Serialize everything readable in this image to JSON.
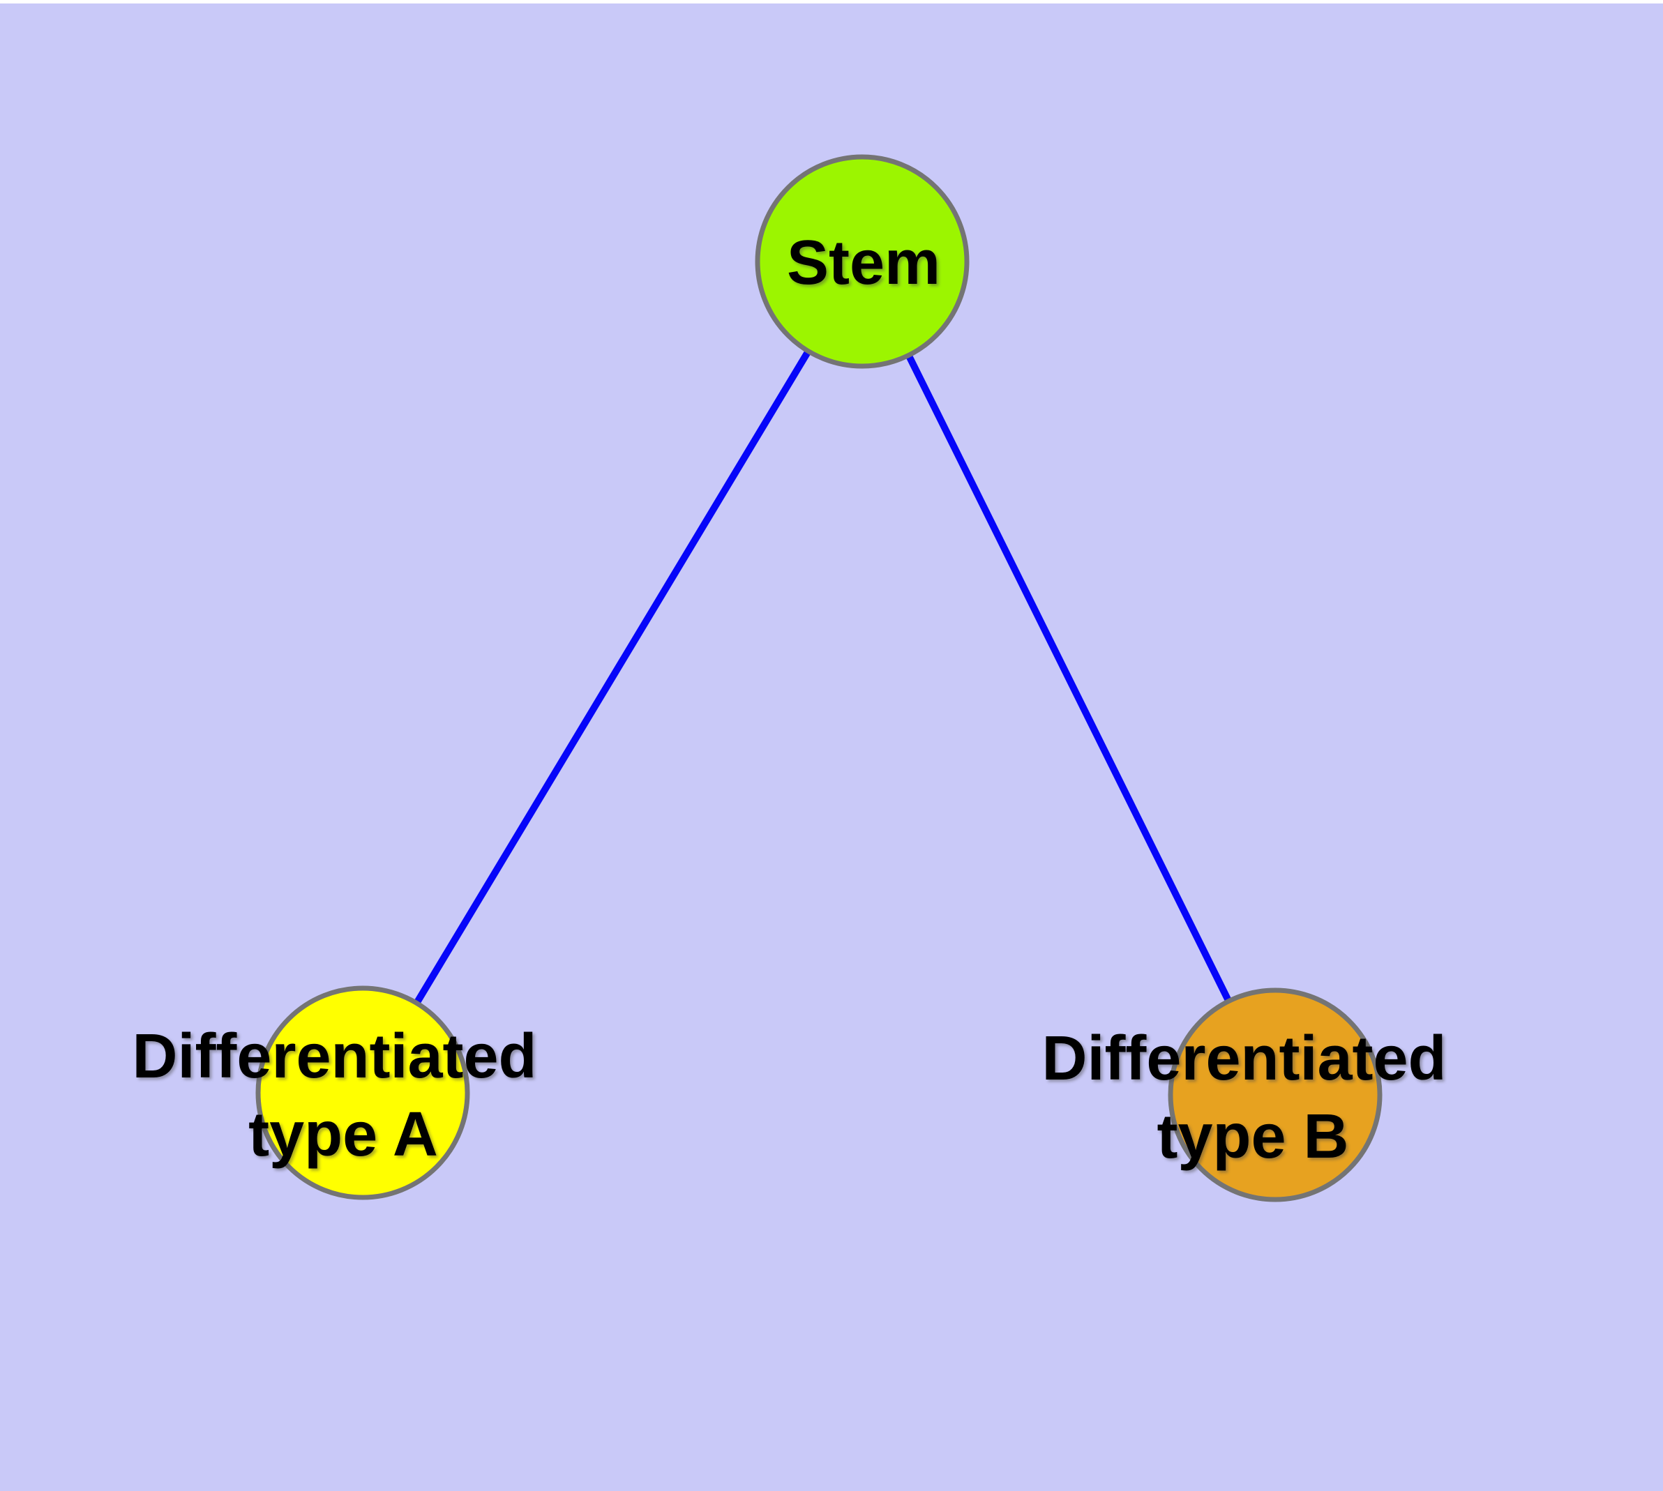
{
  "diagram": {
    "background_color": "#C9C9F8",
    "top_strip_color": "#FFFFFF",
    "edge_color": "#0606F9",
    "node_border_color": "#747474",
    "label_color": "#000000",
    "nodes": {
      "stem": {
        "label": "Stem",
        "fill": "#9CF500"
      },
      "type_a": {
        "label_line1": "Differentiated",
        "label_line2": "type A",
        "fill": "#FFFF00"
      },
      "type_b": {
        "label_line1": "Differentiated",
        "label_line2": "type B",
        "fill": "#E7A220"
      }
    },
    "edges": [
      {
        "from": "Stem",
        "to": "Differentiated type A"
      },
      {
        "from": "Stem",
        "to": "Differentiated type B"
      }
    ]
  }
}
